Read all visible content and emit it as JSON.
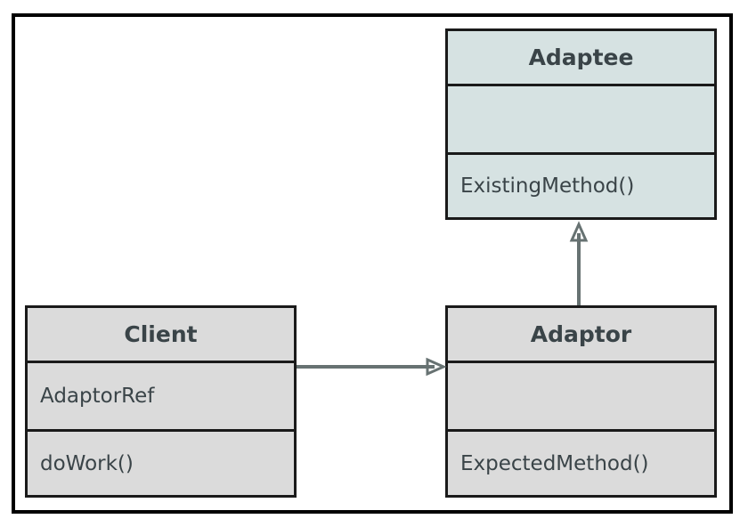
{
  "colors": {
    "adaptee_fill": "#d6e2e2",
    "class_fill": "#dbdbdb",
    "border": "#1a1a1a",
    "arrow": "#677272",
    "text": "#3a4448"
  },
  "classes": {
    "adaptee": {
      "name": "Adaptee",
      "attributes": "",
      "operations": "ExistingMethod()"
    },
    "client": {
      "name": "Client",
      "attributes": "AdaptorRef",
      "operations": "doWork()"
    },
    "adaptor": {
      "name": "Adaptor",
      "attributes": "",
      "operations": "ExpectedMethod()"
    }
  },
  "relations": [
    {
      "from": "client",
      "to": "adaptor",
      "type": "association"
    },
    {
      "from": "adaptor",
      "to": "adaptee",
      "type": "association"
    }
  ]
}
